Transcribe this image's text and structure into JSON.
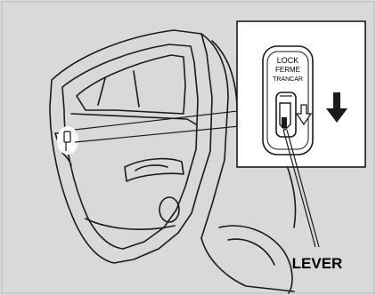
{
  "figure": {
    "background": "#d9d9d9",
    "line_color": "#1a1a1a",
    "highlight_color": "#ffffff"
  },
  "inset": {
    "lock_line1": "LOCK",
    "lock_line2": "FERME",
    "lock_line3": "TRANCAR"
  },
  "callout": {
    "label": "LEVER"
  },
  "icons": [
    "down-arrow-icon",
    "hollow-down-arrow-icon"
  ]
}
